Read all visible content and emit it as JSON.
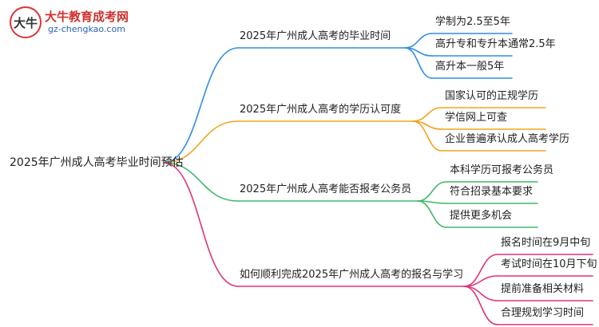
{
  "logo": {
    "mark_text": "大牛",
    "title": "大牛教育成考网",
    "url": "gz-chengkao.com"
  },
  "mindmap": {
    "root": "2025年广州成人高考毕业时间预估",
    "branches": [
      {
        "label": "2025年广州成人高考的毕业时间",
        "color": "#2f8ee6",
        "children": [
          "学制为2.5至5年",
          "高升专和专升本通常2.5年",
          "高升本一般5年"
        ]
      },
      {
        "label": "2025年广州成人高考的学历认可度",
        "color": "#f0a51c",
        "children": [
          "国家认可的正规学历",
          "学信网上可查",
          "企业普遍承认成人高考学历"
        ]
      },
      {
        "label": "2025年广州成人高考能否报考公务员",
        "color": "#3fb96a",
        "children": [
          "本科学历可报考公务员",
          "符合招录基本要求",
          "提供更多机会"
        ]
      },
      {
        "label": "如何顺利完成2025年广州成人高考的报名与学习",
        "color": "#e0347a",
        "children": [
          "报名时间在9月中旬",
          "考试时间在10月下旬",
          "提前准备相关材料",
          "合理规划学习时间"
        ]
      }
    ]
  }
}
